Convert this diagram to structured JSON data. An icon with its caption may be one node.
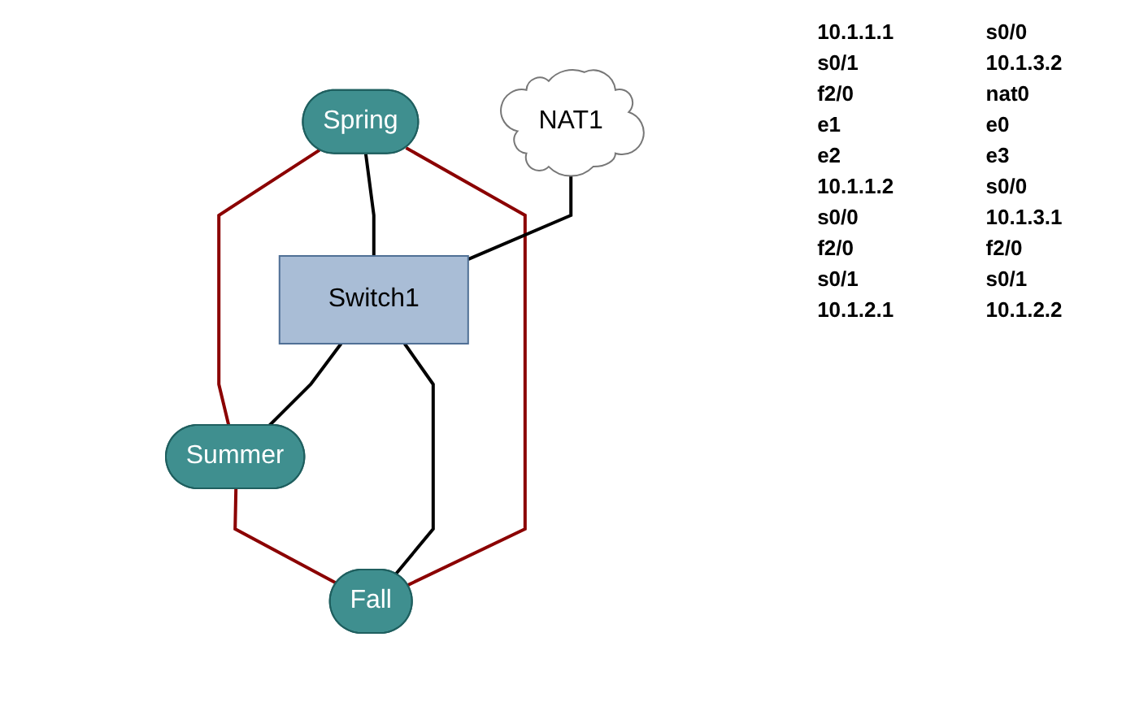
{
  "diagram": {
    "nodes": [
      {
        "text": [
          "Spring"
        ]
      },
      {
        "text": [
          "NAT1"
        ]
      },
      {
        "text": [
          "Switch1"
        ]
      },
      {
        "text": [
          "Summer"
        ]
      },
      {
        "text": [
          "Fall"
        ]
      }
    ],
    "edges": [
      {
        "from": 0,
        "to": 3,
        "arrow": "none",
        "color": "#8b0000"
      },
      {
        "from": 0,
        "to": 2,
        "arrow": "none"
      },
      {
        "from": 0,
        "to": 4,
        "arrow": "none",
        "color": "#8b0000"
      },
      {
        "from": 1,
        "to": 2,
        "arrow": "none"
      },
      {
        "from": 2,
        "to": 3,
        "arrow": "none"
      },
      {
        "from": 2,
        "to": 4,
        "arrow": "none"
      },
      {
        "from": 3,
        "to": 4,
        "arrow": "none",
        "color": "#8b0000"
      }
    ],
    "labels": [
      "10.1.1.1",
      "s0/0",
      "s0/1",
      "10.1.3.2",
      "f2/0",
      "nat0",
      "e1",
      "e0",
      "e2",
      "e3",
      "10.1.1.2",
      "s0/0",
      "s0/0",
      "10.1.3.1",
      "f2/0",
      "f2/0",
      "s0/1",
      "s0/1",
      "10.1.2.1",
      "10.1.2.2"
    ]
  }
}
